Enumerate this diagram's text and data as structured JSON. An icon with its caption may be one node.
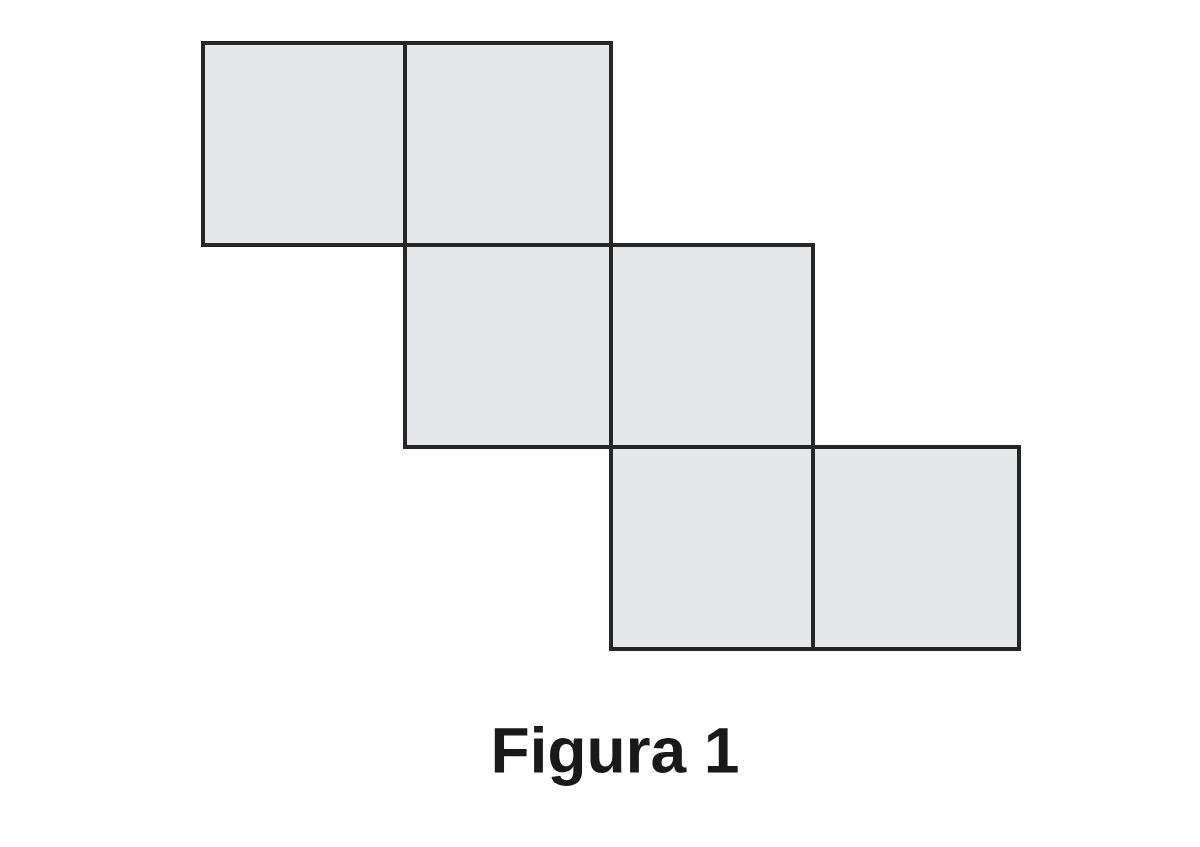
{
  "diagram": {
    "caption": "Figura 1",
    "nodes": [
      {
        "text": [],
        "shape": "box"
      },
      {
        "text": [],
        "shape": "box"
      },
      {
        "text": [],
        "shape": "box"
      },
      {
        "text": [],
        "shape": "box"
      },
      {
        "text": [],
        "shape": "box"
      },
      {
        "text": [],
        "shape": "box"
      }
    ]
  }
}
